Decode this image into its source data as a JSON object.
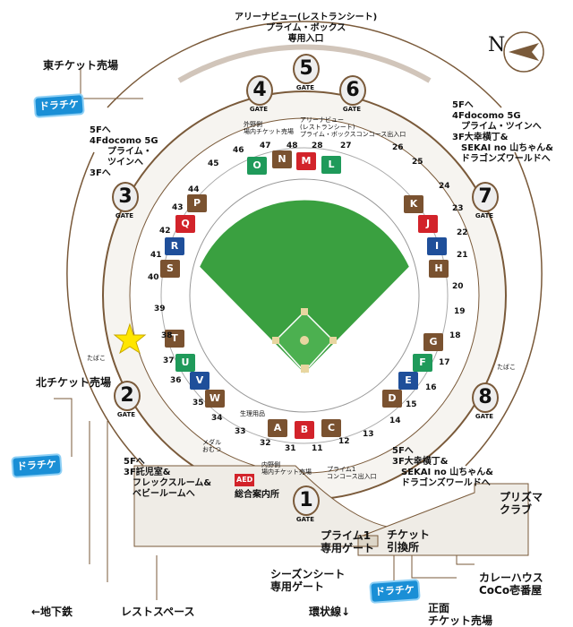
{
  "colors": {
    "brown": "#7a5230",
    "red": "#d2232a",
    "green": "#1f9a5a",
    "blue": "#1f4f9a",
    "field": "#3aa040",
    "dirt": "#e8d6a0",
    "concourse": "#efece6",
    "line": "#7a5a3a"
  },
  "compass": {
    "letter": "N"
  },
  "gates": [
    {
      "num": "1",
      "label": "GATE"
    },
    {
      "num": "2",
      "label": "GATE"
    },
    {
      "num": "3",
      "label": "GATE"
    },
    {
      "num": "4",
      "label": "GATE"
    },
    {
      "num": "5",
      "label": "GATE"
    },
    {
      "num": "6",
      "label": "GATE"
    },
    {
      "num": "7",
      "label": "GATE"
    },
    {
      "num": "8",
      "label": "GATE"
    }
  ],
  "sections": [
    {
      "letter": "A",
      "color": "brown"
    },
    {
      "letter": "B",
      "color": "red"
    },
    {
      "letter": "C",
      "color": "brown"
    },
    {
      "letter": "D",
      "color": "brown"
    },
    {
      "letter": "E",
      "color": "blue"
    },
    {
      "letter": "F",
      "color": "green"
    },
    {
      "letter": "G",
      "color": "brown"
    },
    {
      "letter": "H",
      "color": "brown"
    },
    {
      "letter": "I",
      "color": "blue"
    },
    {
      "letter": "J",
      "color": "red"
    },
    {
      "letter": "K",
      "color": "brown"
    },
    {
      "letter": "L",
      "color": "green"
    },
    {
      "letter": "M",
      "color": "red"
    },
    {
      "letter": "N",
      "color": "brown"
    },
    {
      "letter": "O",
      "color": "green"
    },
    {
      "letter": "P",
      "color": "brown"
    },
    {
      "letter": "Q",
      "color": "red"
    },
    {
      "letter": "R",
      "color": "blue"
    },
    {
      "letter": "S",
      "color": "brown"
    },
    {
      "letter": "T",
      "color": "brown"
    },
    {
      "letter": "U",
      "color": "green"
    },
    {
      "letter": "V",
      "color": "blue"
    },
    {
      "letter": "W",
      "color": "brown"
    }
  ],
  "numbers": [
    "31",
    "11",
    "12",
    "13",
    "14",
    "15",
    "16",
    "17",
    "18",
    "19",
    "20",
    "21",
    "22",
    "23",
    "24",
    "25",
    "26",
    "27",
    "28",
    "48",
    "47",
    "46",
    "45",
    "44",
    "43",
    "42",
    "41",
    "40",
    "39",
    "38",
    "37",
    "36",
    "35",
    "34",
    "33",
    "32"
  ],
  "labels": {
    "top_entrance": "アリーナビュー(レストランシート)\nプライム・ボックス\n専用入口",
    "east_ticket": "東チケット売場",
    "left_upper": "5Fへ\n4Fdocomo 5G\n　　プライム・\n　　ツインへ\n3Fへ",
    "right_upper": "5Fへ\n4Fdocomo 5G\n　プライム・ツインへ\n3F大幸横丁&\n　SEKAI no 山ちゃん&\n　ドラゴンズワールドへ",
    "outfield_ticket": "外野側\n場内チケット売場",
    "arena_view_small": "アリーナビュー\n(レストランシート)\nプライム・ボックスコンコース出入口",
    "north_ticket": "北チケット売場",
    "tabako_left": "たばこ",
    "tabako_right": "たばこ",
    "medal": "メダル\nおむつ",
    "seiri": "生理用品",
    "left_lower": "5Fへ\n3F託児室&\n　フレックスルーム&\n　ベビールームへ",
    "infield_ticket": "内野側\n場内チケット売場",
    "info": "総合案内所",
    "aed": "AED",
    "prime1_concourse": "プライム1\nコンコース出入口",
    "right_lower": "5Fへ\n3F大幸横丁&\n　SEKAI no 山ちゃん&\n　ドラゴンズワールドへ",
    "prism": "プリズマ\nクラブ",
    "prime1_gate": "プライム1\n専用ゲート",
    "season_gate": "シーズンシート\n専用ゲート",
    "ticket_exchange": "チケット\n引換所",
    "curry": "カレーハウス\nCoCo壱番屋",
    "front_ticket": "正面\nチケット売場",
    "subway": "←地下鉄",
    "rest_space": "レストスペース",
    "loop_line": "環状線↓",
    "dorachike": "ドラチケ"
  }
}
